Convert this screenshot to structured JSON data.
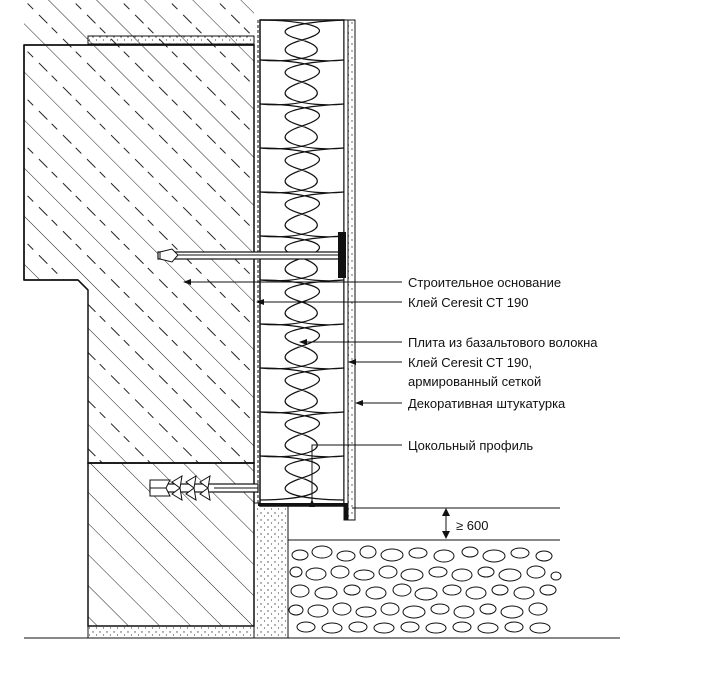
{
  "labels": {
    "base": "Строительное основание",
    "glue1": "Клей Ceresit CT 190",
    "slab": "Плита из базальтового волокна",
    "glue2_line1": "Клей Ceresit CT 190,",
    "glue2_line2": "армированный сеткой",
    "plaster": "Декоративная штукатурка",
    "profile": "Цокольный профиль",
    "dimension": "≥ 600"
  },
  "colors": {
    "ink": "#111111",
    "background": "#ffffff"
  }
}
